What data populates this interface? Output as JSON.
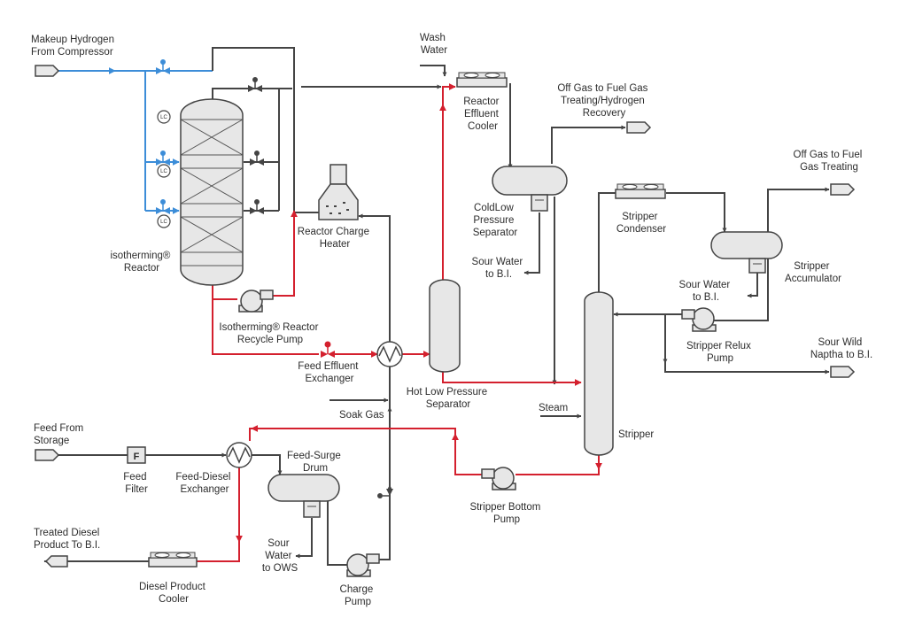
{
  "labels": {
    "makeup_hydrogen": [
      "Makeup Hydrogen",
      "From Compressor"
    ],
    "wash_water": [
      "Wash",
      "Water"
    ],
    "reactor_effluent_cooler": [
      "Reactor",
      "Effluent",
      "Cooler"
    ],
    "off_gas_fuel_hydrogen": [
      "Off Gas to Fuel Gas",
      "Treating/Hydrogen",
      "Recovery"
    ],
    "off_gas_fuel": [
      "Off Gas to Fuel",
      "Gas Treating"
    ],
    "cold_low_pressure_separator": [
      "ColdLow",
      "Pressure",
      "Separator"
    ],
    "sour_water_bi_1": [
      "Sour Water",
      "to B.I."
    ],
    "stripper_condenser": [
      "Stripper",
      "Condenser"
    ],
    "stripper_accumulator": [
      "Stripper",
      "Accumulator"
    ],
    "sour_water_bi_2": [
      "Sour Water",
      "to B.I."
    ],
    "isotherming_reactor": [
      "isotherming®",
      "Reactor"
    ],
    "reactor_charge_heater": [
      "Reactor Charge",
      "Heater"
    ],
    "recycle_pump": [
      "Isotherming® Reactor",
      "Recycle Pump"
    ],
    "stripper_relux_pump": [
      "Stripper Relux",
      "Pump"
    ],
    "sour_wild_naptha": [
      "Sour Wild",
      "Naptha to B.I."
    ],
    "feed_effluent_exchanger": [
      "Feed Effluent",
      "Exchanger"
    ],
    "hot_low_pressure_separator": [
      "Hot Low Pressure",
      "Separator"
    ],
    "soak_gas": [
      "Soak Gas"
    ],
    "steam": [
      "Steam"
    ],
    "stripper": [
      "Stripper"
    ],
    "feed_from_storage": [
      "Feed From",
      "Storage"
    ],
    "feed_filter": [
      "Feed",
      "Filter"
    ],
    "feed_diesel_exchanger": [
      "Feed-Diesel",
      "Exchanger"
    ],
    "feed_surge_drum": [
      "Feed-Surge",
      "Drum"
    ],
    "stripper_bottom_pump": [
      "Stripper Bottom",
      "Pump"
    ],
    "treated_diesel": [
      "Treated Diesel",
      "Product To B.I."
    ],
    "sour_water_ows": [
      "Sour",
      "Water",
      "to OWS"
    ],
    "diesel_product_cooler": [
      "Diesel Product",
      "Cooler"
    ],
    "charge_pump": [
      "Charge",
      "Pump"
    ]
  },
  "symbols": {
    "level_controller": "LC",
    "filter": "F"
  },
  "colors": {
    "process_line": "#444444",
    "hot_line": "#d4202e",
    "hydrogen_line": "#3c8dd8",
    "equipment_fill": "#e7e7e7"
  }
}
